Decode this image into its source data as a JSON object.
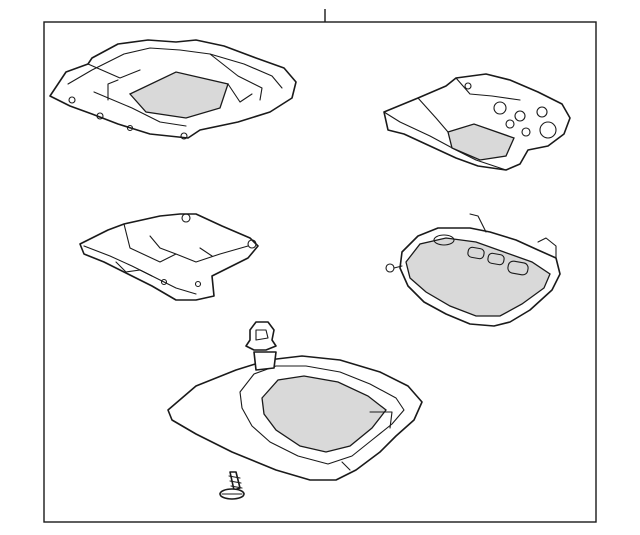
{
  "diagram": {
    "type": "exploded-parts-view",
    "parts": [
      {
        "id": "lower-trim-panel",
        "icon": "tray-bracket-icon"
      },
      {
        "id": "switch-housing-frame",
        "icon": "switch-frame-icon"
      },
      {
        "id": "mounting-bracket",
        "icon": "mounting-bracket-icon"
      },
      {
        "id": "console-lamp-housing",
        "icon": "lamp-housing-icon"
      },
      {
        "id": "retainer-clip",
        "icon": "clip-icon"
      },
      {
        "id": "overhead-console-cover",
        "icon": "console-cover-icon"
      },
      {
        "id": "screw",
        "icon": "screw-icon"
      }
    ],
    "colors": {
      "line": "#1a1a1a",
      "background": "#ffffff",
      "shade": "#d9d9d9"
    }
  }
}
